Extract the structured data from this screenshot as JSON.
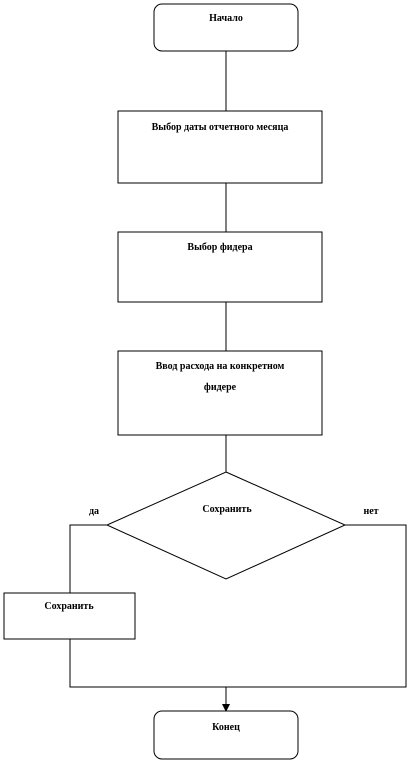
{
  "flowchart": {
    "start": {
      "label": "Начало"
    },
    "step1": {
      "label": "Выбор даты отчетного месяца"
    },
    "step2": {
      "label": "Выбор фидера"
    },
    "step3": {
      "label_line1": "Ввод расхода на конкретном",
      "label_line2": "фидере"
    },
    "decision": {
      "label": "Сохранить"
    },
    "branch_yes": {
      "label": "да"
    },
    "branch_no": {
      "label": "нет"
    },
    "save_step": {
      "label": "Сохранить"
    },
    "end": {
      "label": "Конец"
    }
  }
}
